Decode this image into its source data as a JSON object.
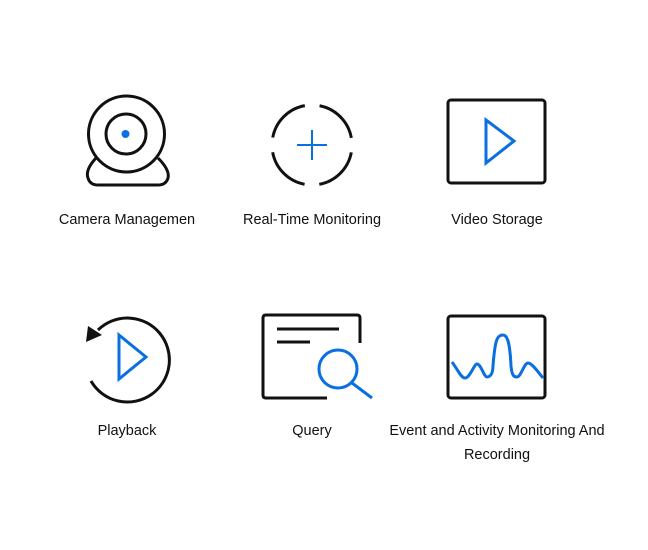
{
  "colors": {
    "accent": "#0a6fe0",
    "stroke": "#111111"
  },
  "features": [
    {
      "label": "Camera Managemen",
      "icon": "webcam-icon"
    },
    {
      "label": "Real-Time Monitoring",
      "icon": "crosshair-icon"
    },
    {
      "label": "Video Storage",
      "icon": "video-play-icon"
    },
    {
      "label": "Playback",
      "icon": "replay-icon"
    },
    {
      "label": "Query",
      "icon": "document-search-icon"
    },
    {
      "label": "Event and Activity Monitoring And Recording",
      "icon": "waveform-icon"
    }
  ]
}
